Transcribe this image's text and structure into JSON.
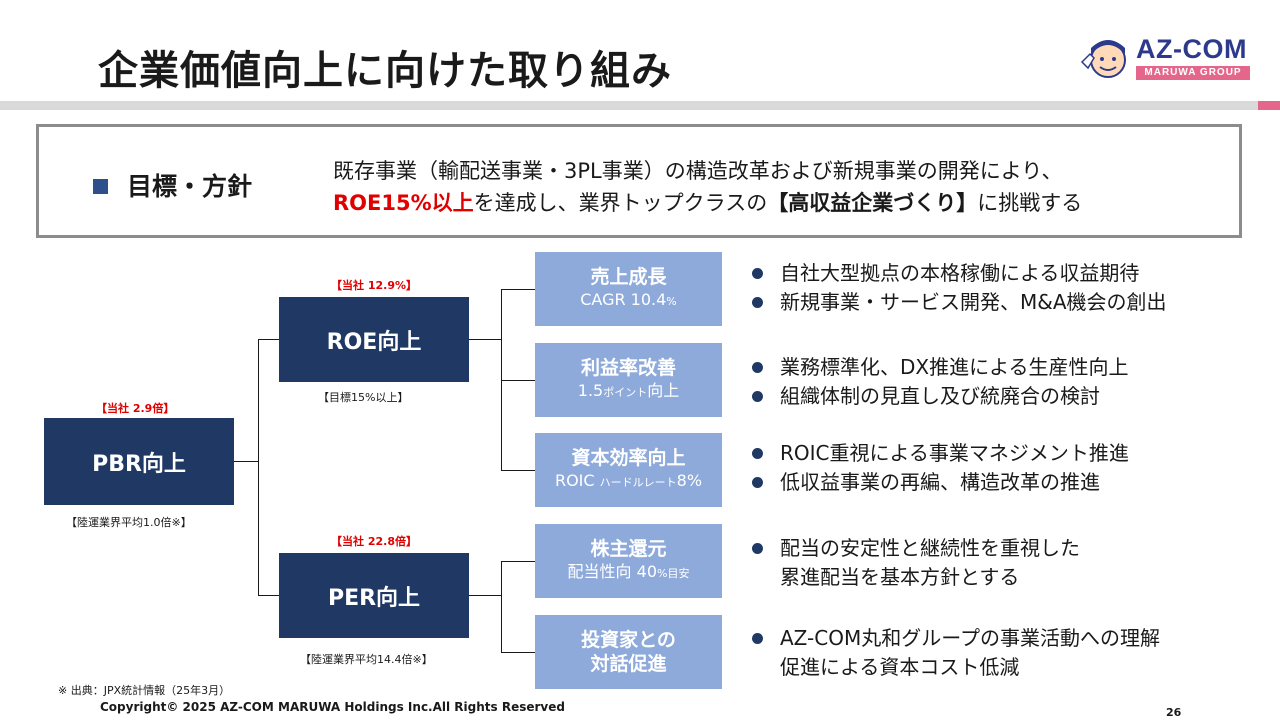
{
  "header": {
    "title": "企業価値向上に向けた取り組み",
    "logo_text": "AZ-COM",
    "logo_sub": "MARUWA GROUP"
  },
  "policy": {
    "label": "目標・方針",
    "line1": "既存事業（輸配送事業・3PL事業）の構造改革および新規事業の開発により、",
    "line2_red": "ROE15%以上",
    "line2_mid": "を達成し、業界トップクラスの",
    "line2_bold": "【高収益企業づくり】",
    "line2_end": "に挑戦する"
  },
  "tree": {
    "pbr": {
      "label": "PBR向上",
      "company": "【当社 2.9倍】",
      "industry": "【陸運業界平均1.0倍※】"
    },
    "roe": {
      "label": "ROE向上",
      "company": "【当社 12.9%】",
      "target": "【目標15%以上】"
    },
    "per": {
      "label": "PER向上",
      "company": "【当社 22.8倍】",
      "industry": "【陸運業界平均14.4倍※】"
    }
  },
  "leaves": [
    {
      "title": "売上成長",
      "sub_a": "CAGR 10.4",
      "sub_b": "%",
      "sub_c": ""
    },
    {
      "title": "利益率改善",
      "sub_a": "1.5",
      "sub_b": "ポイント",
      "sub_c": "向上"
    },
    {
      "title": "資本効率向上",
      "sub_a": "ROIC ",
      "sub_b": "ハードルレート",
      "sub_c": "8%"
    },
    {
      "title": "株主還元",
      "sub_a": "配当性向 40",
      "sub_b": "%目安",
      "sub_c": ""
    },
    {
      "title": "投資家との",
      "title2": "対話促進"
    }
  ],
  "bullets": [
    [
      "自社大型拠点の本格稼働による収益期待",
      "新規事業・サービス開発、M&A機会の創出"
    ],
    [
      "業務標準化、DX推進による生産性向上",
      "組織体制の見直し及び統廃合の検討"
    ],
    [
      "ROIC重視による事業マネジメント推進",
      "低収益事業の再編、構造改革の推進"
    ],
    [
      "配当の安定性と継続性を重視した",
      "累進配当を基本方針とする"
    ],
    [
      "AZ-COM丸和グループの事業活動への理解",
      "促進による資本コスト低減"
    ]
  ],
  "footer": {
    "note": "※ 出典：JPX統計情報（25年3月）",
    "copyright": "Copyright© 2025 AZ-COM MARUWA Holdings Inc.All Rights Reserved",
    "page": "26"
  },
  "colors": {
    "navy": "#1f3864",
    "light_blue": "#8eaadb",
    "red": "#e00000",
    "pink": "#e4678b"
  }
}
